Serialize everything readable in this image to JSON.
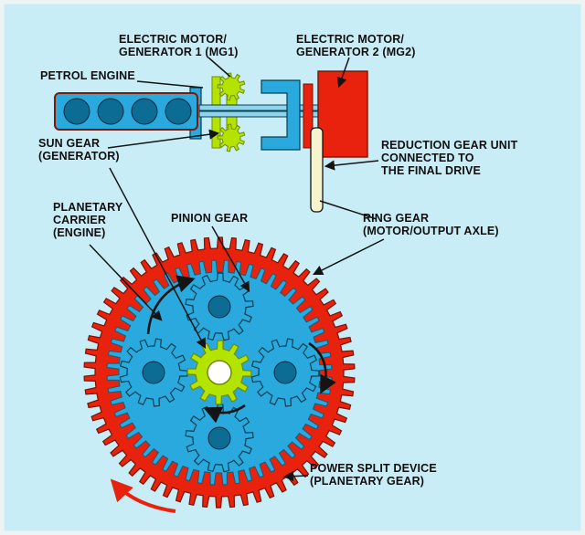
{
  "title": "Power split device (planetary gear) diagram",
  "colors": {
    "canvas": "#c9edf6",
    "frame": "#eef3f4",
    "red": "#e8220d",
    "red_dark": "#7a1200",
    "blue": "#29a9dd",
    "dark_blue": "#0c6c94",
    "green": "#b5e300",
    "cream": "#f6f4cd",
    "line": "#141414"
  },
  "labels": {
    "mg1": "ELECTRIC MOTOR/\nGENERATOR 1 (MG1)",
    "mg2": "ELECTRIC MOTOR/\nGENERATOR 2 (MG2)",
    "petrol_engine": "PETROL ENGINE",
    "sun_gear": "SUN GEAR\n(GENERATOR)",
    "reduction_gear_unit": "REDUCTION GEAR UNIT\nCONNECTED TO\nTHE FINAL DRIVE",
    "planetary_carrier": "PLANETARY\nCARRIER\n(ENGINE)",
    "pinion_gear": "PINION GEAR",
    "ring_gear": "RING GEAR\n(MOTOR/OUTPUT AXLE)",
    "power_split_device": "POWER SPLIT DEVICE\n(PLANETARY GEAR)"
  }
}
